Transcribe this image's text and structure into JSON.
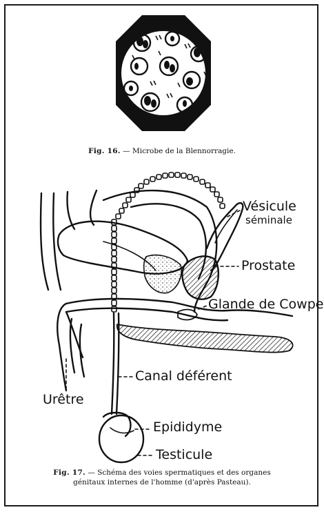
{
  "figure16": {
    "number": "Fig. 16.",
    "caption": " — Microbe de la Blennorragie."
  },
  "figure17": {
    "number": "Fig. 17.",
    "caption_line1": " — Schéma des voies spermatiques et des organes",
    "caption_line2": "génitaux internes de l'homme (d'après Pasteau)."
  },
  "labels": {
    "vesicule_line1": "Vésicule",
    "vesicule_line2": "séminale",
    "prostate": "Prostate",
    "glande_prefix": "Glande",
    "glande_de": "de",
    "glande_suffix": "Cowper",
    "canal": "Canal déférent",
    "uretre": "Urêtre",
    "epididyme": "Epididyme",
    "testicule": "Testicule"
  },
  "colors": {
    "ink": "#111111",
    "paper": "#ffffff"
  }
}
